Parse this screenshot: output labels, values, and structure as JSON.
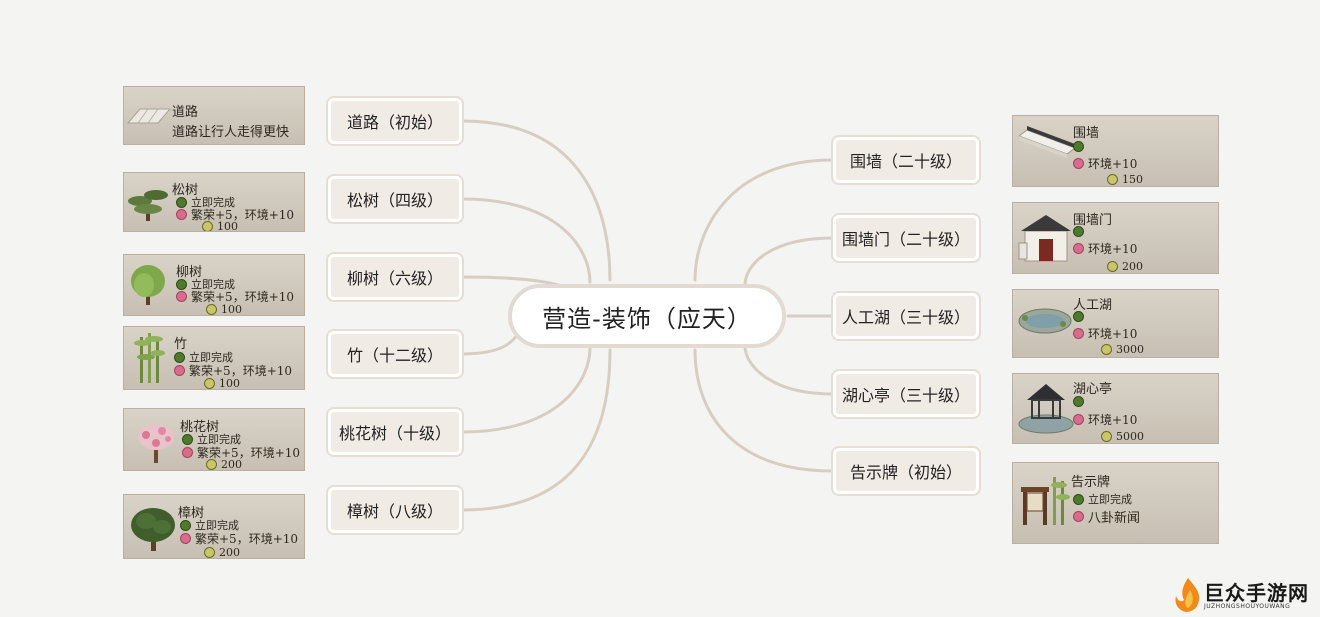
{
  "center": {
    "label": "营造-装饰（应天）"
  },
  "left": [
    {
      "branch": "道路（初始）",
      "title": "道路",
      "desc": "道路让行人走得更快",
      "icon": "road-icon"
    },
    {
      "branch": "松树（四级）",
      "title": "松树",
      "instant": "立即完成",
      "effect": "繁荣+5，环境+10",
      "cost": "100",
      "icon": "pine-tree-icon"
    },
    {
      "branch": "柳树（六级）",
      "title": "柳树",
      "instant": "立即完成",
      "effect": "繁荣+5，环境+10",
      "cost": "100",
      "icon": "willow-tree-icon"
    },
    {
      "branch": "竹（十二级）",
      "title": "竹",
      "instant": "立即完成",
      "effect": "繁荣+5，环境+10",
      "cost": "100",
      "icon": "bamboo-icon"
    },
    {
      "branch": "桃花树（十级）",
      "title": "桃花树",
      "instant": "立即完成",
      "effect": "繁荣+5，环境+10",
      "cost": "200",
      "icon": "peach-blossom-tree-icon"
    },
    {
      "branch": "樟树（八级）",
      "title": "樟树",
      "instant": "立即完成",
      "effect": "繁荣+5，环境+10",
      "cost": "200",
      "icon": "camphor-tree-icon"
    }
  ],
  "right": [
    {
      "branch": "围墙（二十级）",
      "title": "围墙",
      "instant": "",
      "effect": "环境+10",
      "cost": "150",
      "icon": "wall-icon"
    },
    {
      "branch": "围墙门（二十级）",
      "title": "围墙门",
      "instant": "",
      "effect": "环境+10",
      "cost": "200",
      "icon": "wall-gate-icon"
    },
    {
      "branch": "人工湖（三十级）",
      "title": "人工湖",
      "instant": "",
      "effect": "环境+10",
      "cost": "3000",
      "icon": "artificial-lake-icon"
    },
    {
      "branch": "湖心亭（三十级）",
      "title": "湖心亭",
      "instant": "",
      "effect": "环境+10",
      "cost": "5000",
      "icon": "lake-pavilion-icon"
    },
    {
      "branch": "告示牌（初始）",
      "title": "告示牌",
      "instant": "立即完成",
      "effect": "八卦新闻",
      "cost": "",
      "icon": "notice-board-icon"
    }
  ],
  "watermark": {
    "name": "巨众手游网",
    "sub": "JUZHONGSHOUYOUWANG"
  },
  "colors": {
    "line": "#d8cdc1",
    "branch_fill": "#f1ebe5",
    "card_bg": "#d2cbbf",
    "brand": "#f08a1c"
  }
}
